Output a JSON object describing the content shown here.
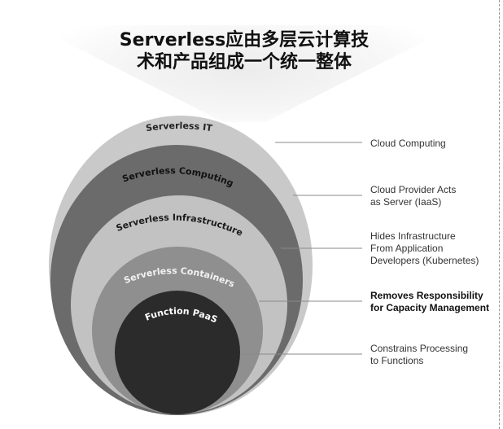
{
  "title": {
    "line1": "Serverless应由多层云计算技",
    "line2": "术和产品组成一个统一整体"
  },
  "layers": [
    {
      "name": "Serverless IT",
      "description_lines": [
        "Cloud Computing"
      ],
      "color": "#c9c9c9",
      "text_color": "#222222",
      "bold": false
    },
    {
      "name": "Serverless Computing",
      "description_lines": [
        "Cloud Provider Acts",
        "as Server (IaaS)"
      ],
      "color": "#6b6b6b",
      "text_color": "#111111",
      "bold": false
    },
    {
      "name": "Serverless Infrastructure",
      "description_lines": [
        "Hides Infrastructure",
        "From Application",
        "Developers (Kubernetes)"
      ],
      "color": "#c2c2c2",
      "text_color": "#1a1a1a",
      "bold": false
    },
    {
      "name": "Serverless Containers",
      "description_lines": [
        "Removes Responsibility",
        "for Capacity Management"
      ],
      "color": "#8f8f8f",
      "text_color": "#f2f2f2",
      "bold": true
    },
    {
      "name": "Function PaaS",
      "description_lines": [
        "Constrains Processing",
        "to Functions"
      ],
      "color": "#2b2b2b",
      "text_color": "#ffffff",
      "bold": false
    }
  ]
}
